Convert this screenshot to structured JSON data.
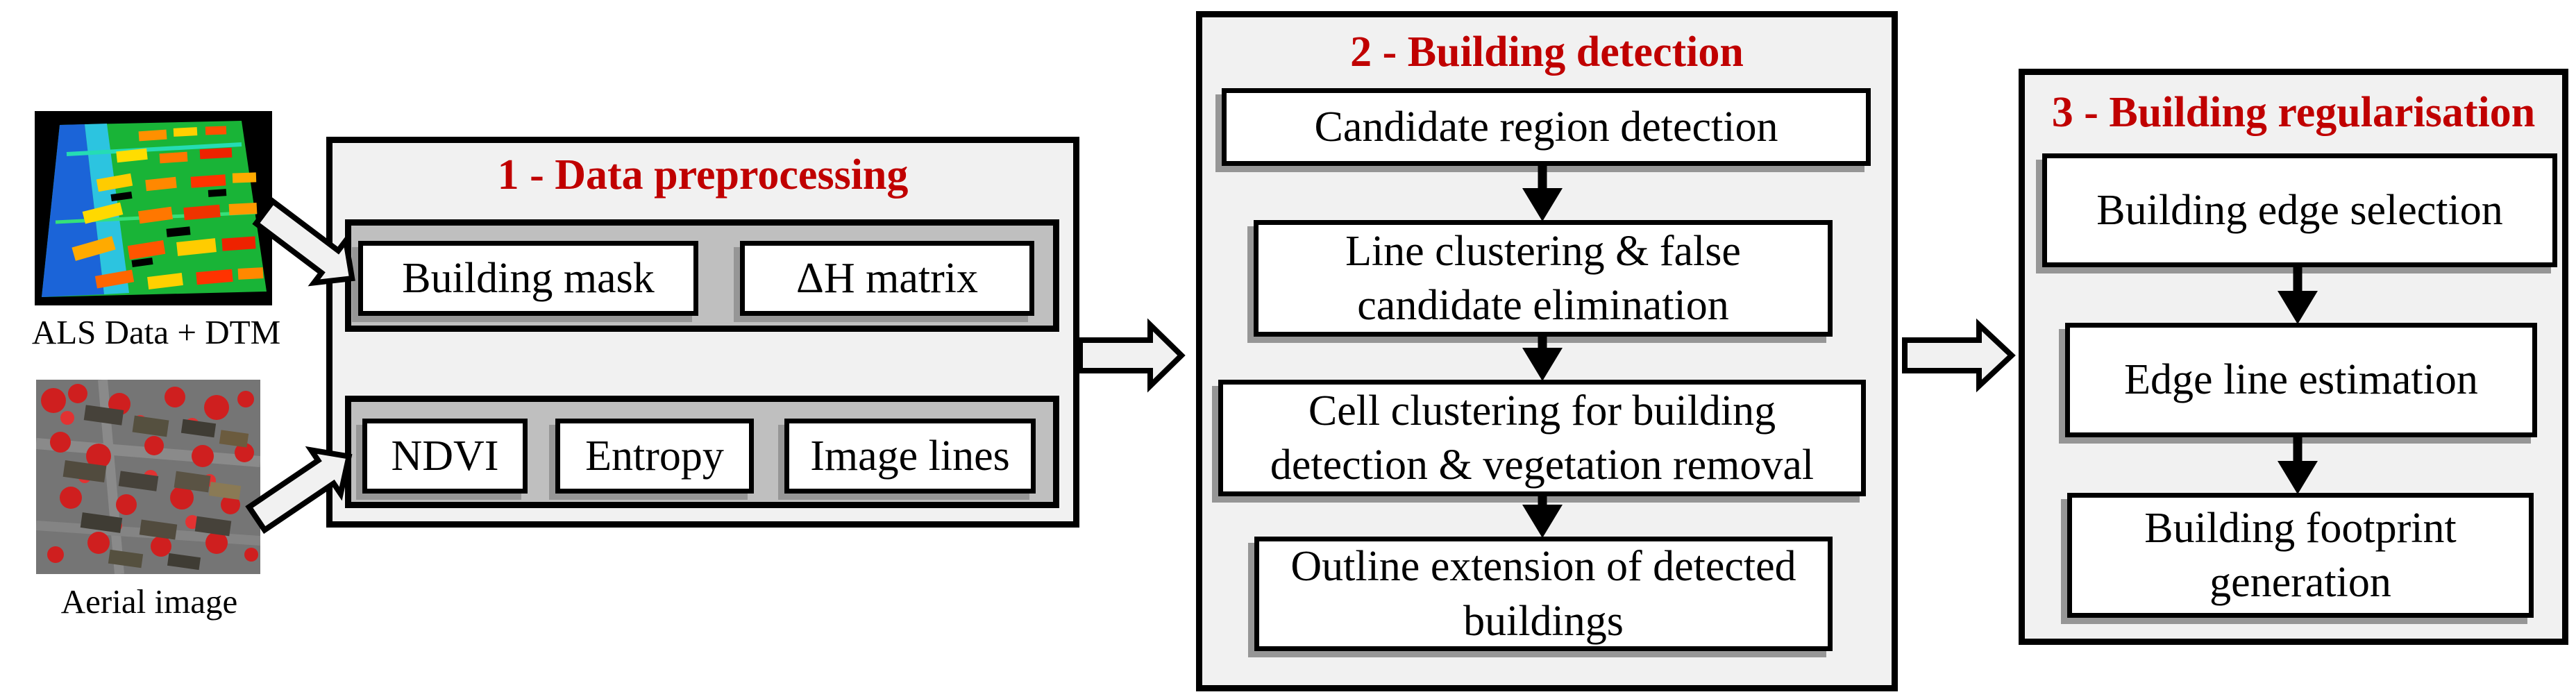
{
  "figure": {
    "inputs": [
      {
        "caption": "ALS Data + DTM"
      },
      {
        "caption": "Aerial image"
      }
    ],
    "stages": [
      {
        "title": "1 - Data preprocessing",
        "groups": [
          {
            "items": [
              "Building mask",
              "ΔH matrix"
            ]
          },
          {
            "items": [
              "NDVI",
              "Entropy",
              "Image lines"
            ]
          }
        ]
      },
      {
        "title": "2 - Building detection",
        "steps": [
          "Candidate region detection",
          "Line clustering & false candidate elimination",
          "Cell clustering for building detection & vegetation removal",
          "Outline extension of detected buildings"
        ]
      },
      {
        "title": "3 - Building regularisation",
        "steps": [
          "Building edge selection",
          "Edge line estimation",
          "Building footprint generation"
        ]
      }
    ],
    "colors": {
      "stage_title": "#c00000",
      "panel_fill": "#f1f1f1",
      "group_fill": "#bfbfbf",
      "box_shadow": "#969696"
    }
  }
}
